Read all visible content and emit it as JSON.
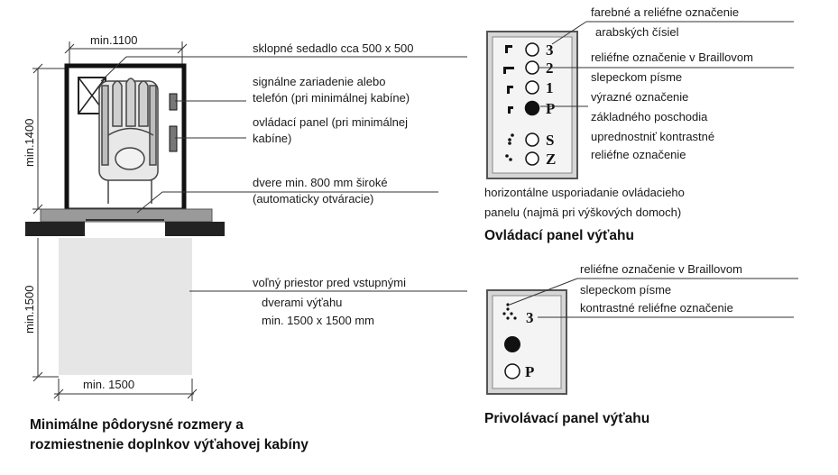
{
  "plan": {
    "dim_width_cabin": "min.1100",
    "dim_height_cabin": "min.1400",
    "dim_height_space": "min.1500",
    "dim_width_space": "min. 1500",
    "caption_line1": "Minimálne pôdorysné rozmery a",
    "caption_line2": "rozmiestnenie doplnkov výťahovej kabíny"
  },
  "callouts": {
    "seat": "sklopné sedadlo cca 500 x 500",
    "signal_1": "signálne zariadenie alebo",
    "signal_2": "telefón (pri minimálnej kabíne)",
    "panel_1": "ovládací panel (pri minimálnej",
    "panel_2": "kabíne)",
    "door_1": "dvere min. 800 mm široké",
    "door_2": "(automaticky otváracie)",
    "space_1": "voľný priestor pred vstupnými",
    "space_2": "dverami výťahu",
    "space_3": "min. 1500 x 1500 mm"
  },
  "control_panel": {
    "buttons": [
      "3",
      "2",
      "1",
      "P",
      "S",
      "Z"
    ],
    "note1_1": "farebné a reliéfne označenie",
    "note1_2": "arabských čísiel",
    "note2_1": "reliéfne označenie v Braillovom",
    "note2_2": "slepeckom písme",
    "note3_1": "výrazné označenie",
    "note3_2": "základného poschodia",
    "note4_1": "uprednostniť kontrastné",
    "note4_2": "reliéfne označenie",
    "horiz_1": "horizontálne usporiadanie ovládacieho",
    "horiz_2": "panelu (najmä pri výškových domoch)",
    "caption": "Ovládací panel výťahu"
  },
  "call_panel": {
    "number": "3",
    "p_label": "P",
    "note1_1": "reliéfne označenie v Braillovom",
    "note1_2": "slepeckom písme",
    "note2": "kontrastné reliéfne označenie",
    "caption": "Privolávací panel výťahu"
  }
}
